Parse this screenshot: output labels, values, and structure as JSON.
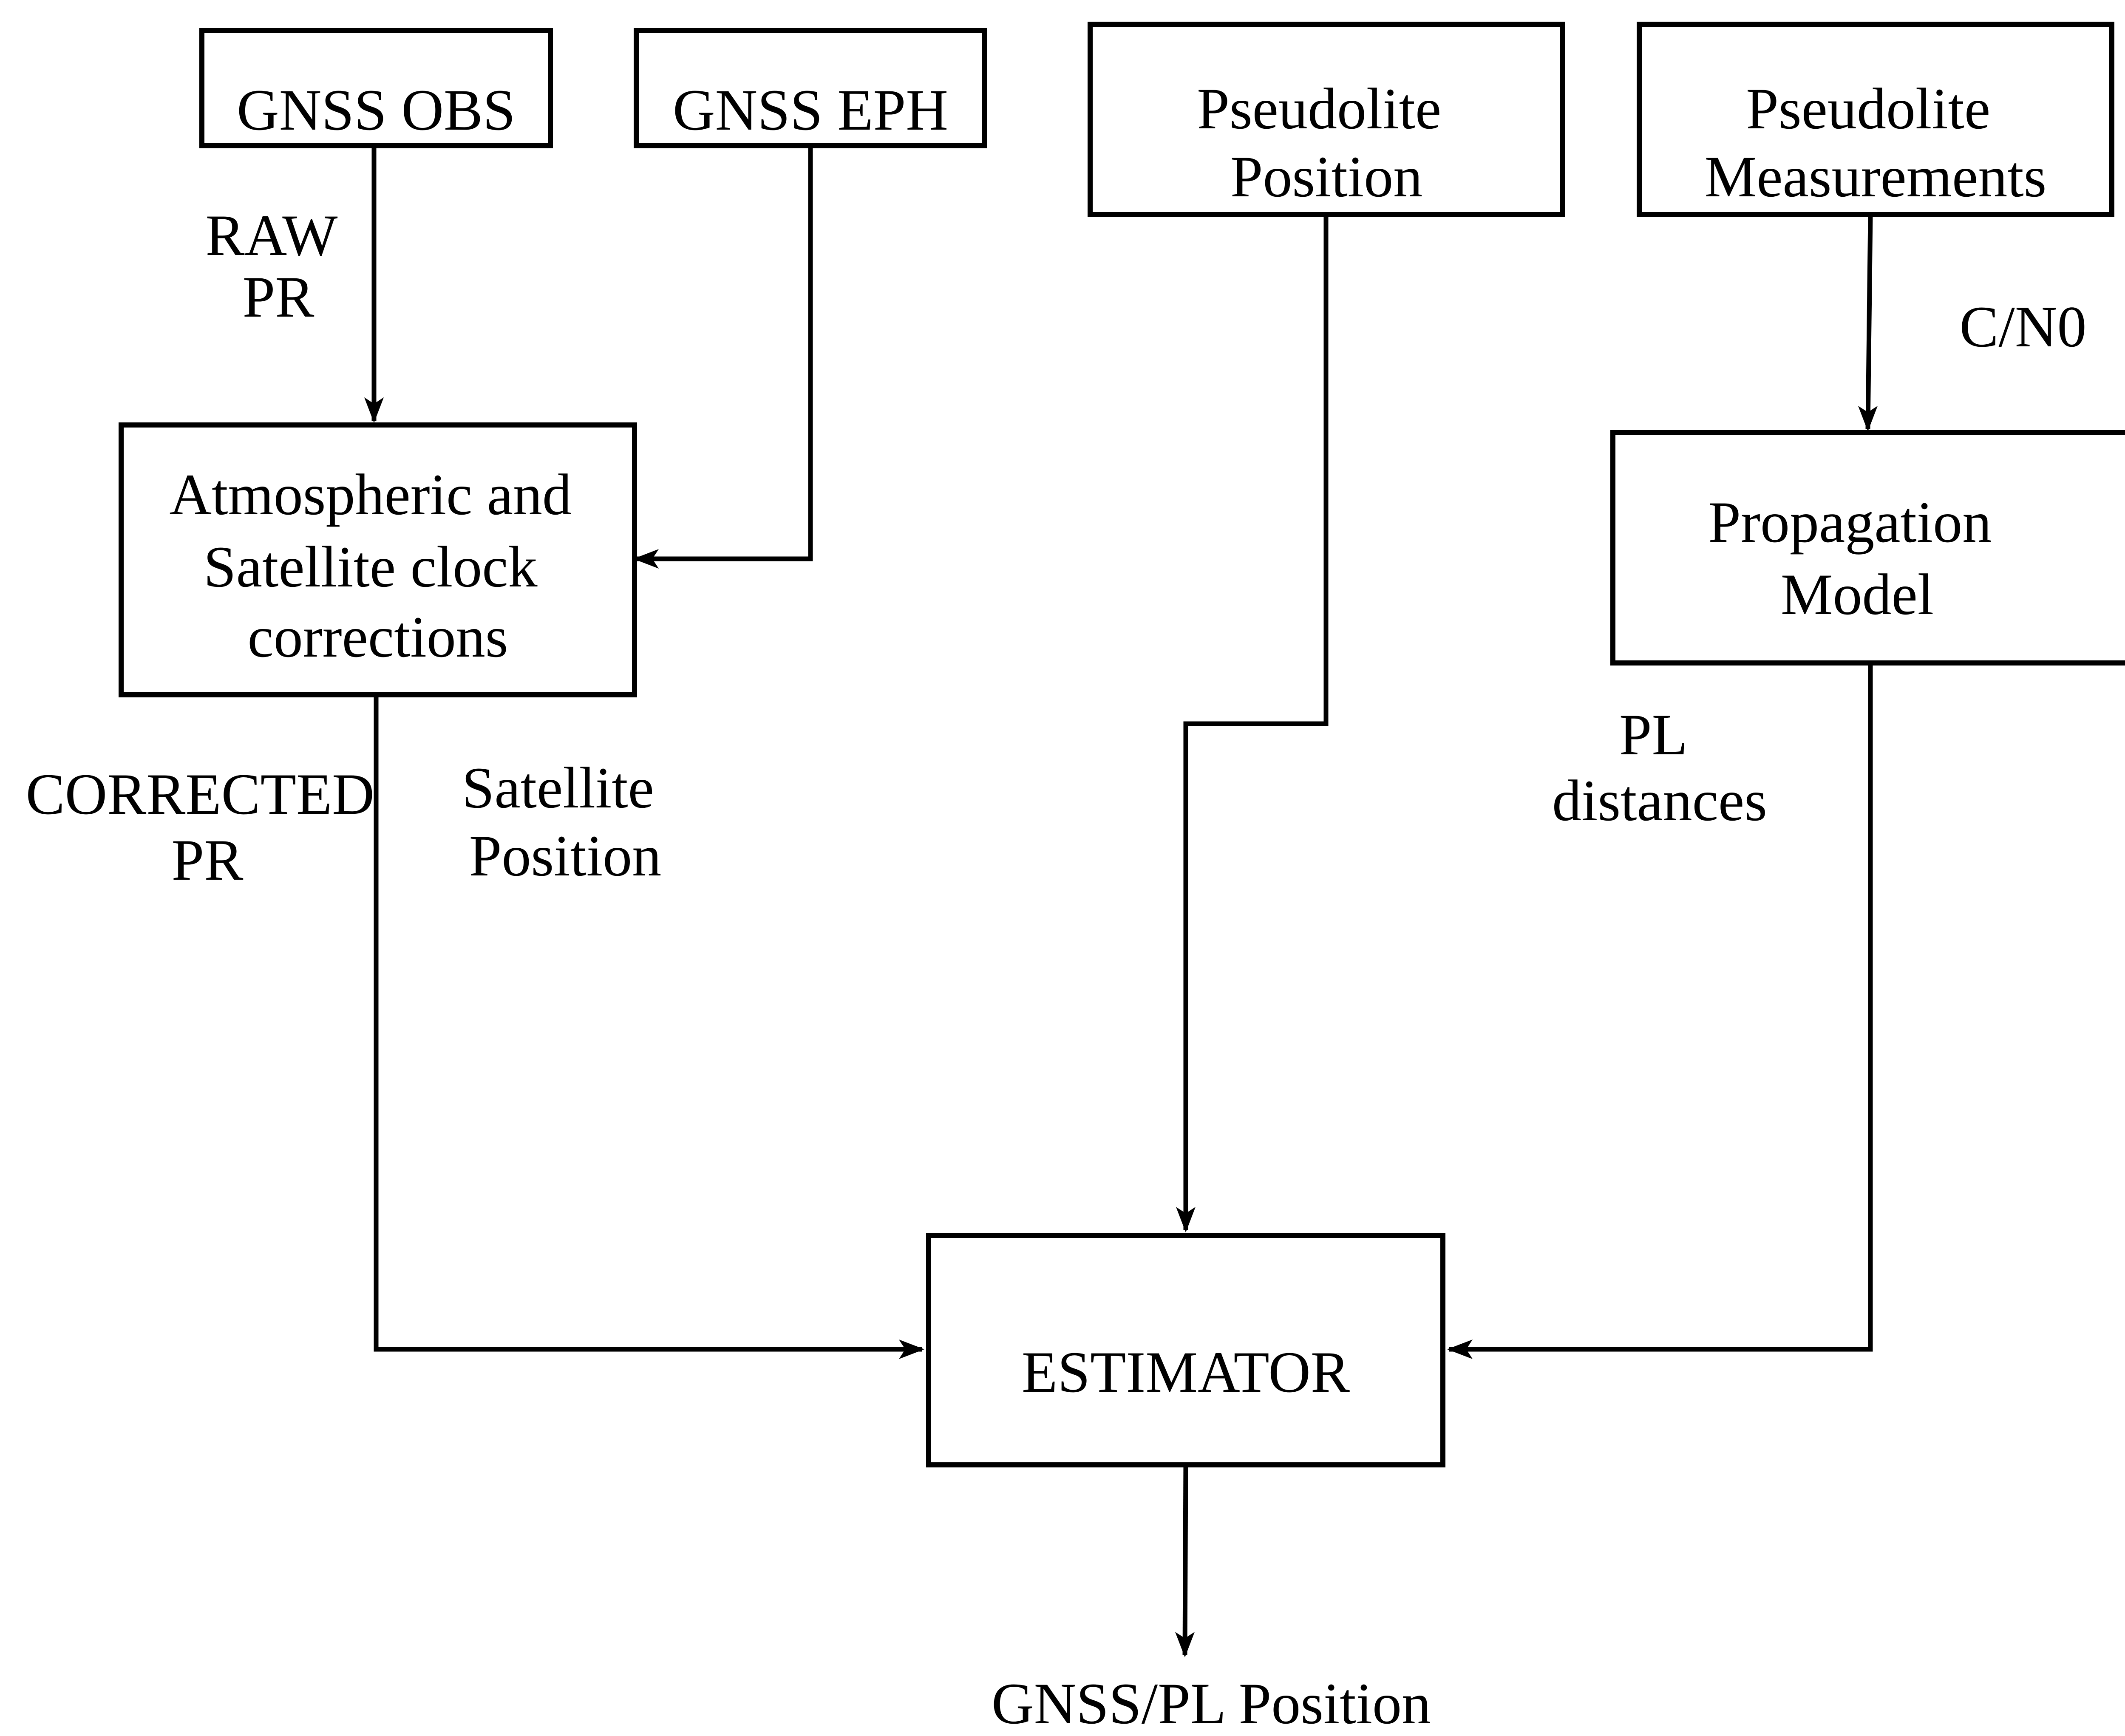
{
  "diagram": {
    "nodes": {
      "gnss_obs": {
        "lines": [
          "GNSS OBS"
        ]
      },
      "gnss_eph": {
        "lines": [
          "GNSS EPH"
        ]
      },
      "pl_position": {
        "lines": [
          "Pseudolite",
          "Position"
        ]
      },
      "pl_measurements": {
        "lines": [
          "Pseudolite",
          "Measurements"
        ]
      },
      "corrections": {
        "lines": [
          "Atmospheric and",
          "Satellite clock",
          "corrections"
        ]
      },
      "propagation": {
        "lines": [
          "Propagation",
          "Model"
        ]
      },
      "estimator": {
        "lines": [
          "ESTIMATOR"
        ]
      }
    },
    "labels": {
      "raw_pr": {
        "lines": [
          "RAW",
          "PR"
        ]
      },
      "cn0": {
        "lines": [
          "C/N0"
        ]
      },
      "corrected_pr": {
        "lines": [
          "CORRECTED",
          "PR"
        ]
      },
      "sat_position": {
        "lines": [
          "Satellite",
          "Position"
        ]
      },
      "pl_distances": {
        "lines": [
          "PL",
          "distances"
        ]
      },
      "output": {
        "lines": [
          "GNSS/PL Position"
        ]
      }
    },
    "edges": [
      {
        "from": "gnss_obs",
        "to": "corrections"
      },
      {
        "from": "gnss_eph",
        "to": "corrections"
      },
      {
        "from": "pl_measurements",
        "to": "propagation"
      },
      {
        "from": "corrections",
        "to": "estimator"
      },
      {
        "from": "pl_position",
        "to": "estimator"
      },
      {
        "from": "propagation",
        "to": "estimator"
      },
      {
        "from": "estimator",
        "to": "output"
      }
    ]
  }
}
